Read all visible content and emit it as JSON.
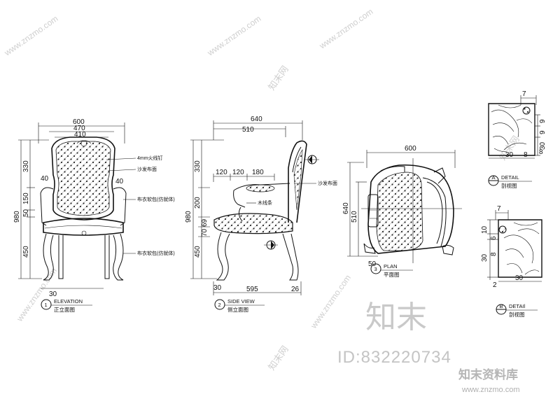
{
  "views": {
    "elevation": {
      "dims": {
        "w600": "600",
        "w470": "470",
        "w410": "410",
        "h980": "980",
        "h330": "330",
        "h150": "150",
        "h50": "50",
        "h450": "450",
        "w40a": "40",
        "w40b": "40",
        "w30": "30"
      },
      "notes": [
        "4mm火线钉",
        "沙发布面",
        "布衣软包(仿就体)",
        "布衣软包(仿就体)"
      ],
      "num": "1",
      "title": "ELEVATION",
      "subtitle": "正立面图"
    },
    "side": {
      "dims": {
        "w640": "640",
        "w510": "510",
        "w120a": "120",
        "w120b": "120",
        "w180": "180",
        "h980": "980",
        "h330": "330",
        "h200": "200",
        "h69": "69",
        "h70": "70",
        "h450": "450",
        "w30": "30",
        "w595": "595",
        "w26": "26"
      },
      "notes": [
        "沙发布面",
        "木线条"
      ],
      "num": "2",
      "title": "SIDE VIEW",
      "subtitle": "侧立面图"
    },
    "plan": {
      "dims": {
        "w600": "600",
        "h640": "640",
        "h510": "510",
        "w50": "50"
      },
      "num": "3",
      "title": "PLAN",
      "subtitle": "平面图"
    },
    "detail_a": {
      "dims": {
        "w7": "7",
        "w30": "30",
        "w8": "8",
        "h9a": "9",
        "h9b": "9",
        "h30": "30",
        "h8": "8"
      },
      "num": "A",
      "title": "DETAIL",
      "subtitle": "剖视图"
    },
    "detail_b": {
      "dims": {
        "w7": "7",
        "w30": "30",
        "h10": "10",
        "h6": "6",
        "h30": "30",
        "h8": "8",
        "w2": "2"
      },
      "num": "B",
      "title": "DETAIl",
      "subtitle": "剖视图"
    }
  },
  "watermark": {
    "big": "知末",
    "id": "ID:832220734",
    "logo": "知末资料库",
    "url": "www.znzmo.com",
    "diag_text": "www.znzmo.com",
    "diag_logo": "知末网"
  }
}
